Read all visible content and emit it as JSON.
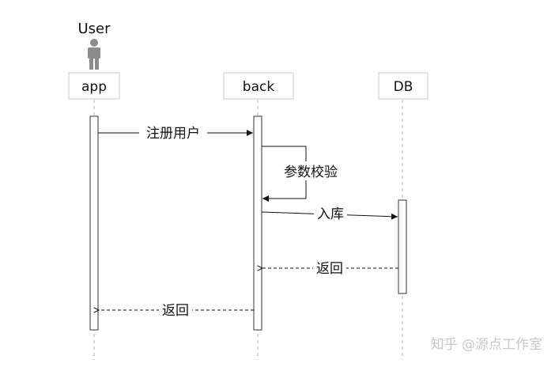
{
  "actor": {
    "label": "User"
  },
  "lifelines": {
    "app": "app",
    "back": "back",
    "db": "DB"
  },
  "messages": {
    "register": "注册用户",
    "validate": "参数校验",
    "store": "入库",
    "return_db": "返回",
    "return_back": "返回"
  },
  "watermark": {
    "text": "知乎 @源点工作室"
  }
}
